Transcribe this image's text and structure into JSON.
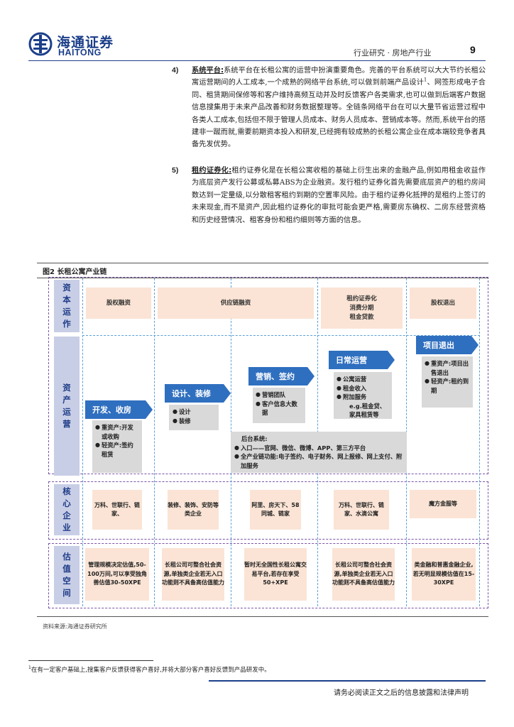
{
  "header": {
    "logo_cn": "海通证券",
    "logo_en": "HAITONG",
    "section": "行业研究 · 房地产行业",
    "page": "9"
  },
  "items": [
    {
      "num": "4)",
      "keyword": "系统平台:",
      "text_1": "系统平台在长租公寓的运营中扮演重要角色。完善的平台系统可以大大节约长租公寓运营期间的人工成本,一个成熟的网络平台系统,可以做到前端产品设计",
      "footnote_ref": "1",
      "text_2": "、网签形成电子合同、租赁期间保修等和客户维持高频互动并及时反馈客户各类需求,也可以做到后端客户数据信息搜集用于未来产品改善和财务数据整理等。全链条网络平台在可以大量节省运营过程中各类人工成本,包括但不限于管理人员成本、财务人员成本、营销成本等。然而,系统平台的搭建非一蹴而就,需要前期资本投入和研发,已经拥有较成熟的长租公寓企业在成本端较竞争者具备先发优势。"
    },
    {
      "num": "5)",
      "keyword": "租约证券化:",
      "text_1": "租约证券化是在长租公寓收租的基础上衍生出来的金融产品,例如用租金收益作为底层资产发行公募或私募ABS为企业融资。发行租约证券化首先需要底层资产的租约房间数达到一定量级,以分散租客租约到期的空置率风险。由于租约证券化抵押的是租约上签订的未来现金,而不是资产,因此租约证券化的审批可能会更严格,需要房东确权、二房东经营资格和历史经营情况、租客身份和租约细则等方面的信息。"
    }
  ],
  "figure": {
    "title": "图2 长租公寓产业链",
    "row_labels": {
      "capital": "资\n本\n运\n作",
      "asset": "资\n产\n运\n营",
      "core": "核\n心\n企\n业",
      "valuation": "估\n值\n空\n间"
    },
    "capital": {
      "equity": "股权融资",
      "supply_chain": "供应链融资",
      "lease_sec": "租约证券化\n消费分期\n租金贷款",
      "equity_exit": "股权退出"
    },
    "stages": {
      "develop": "开发、收房",
      "design": "设计、装修",
      "marketing": "营销、签约",
      "operation": "日常运营",
      "exit": "项目退出"
    },
    "asset_boxes": {
      "develop": [
        "重资产:开发或收购",
        "轻资产:签约租赁"
      ],
      "design": [
        "设计",
        "装修"
      ],
      "marketing": [
        "营销团队",
        "客户信息大数据"
      ],
      "operation": [
        "公寓运营",
        "租金收入",
        "附加服务"
      ],
      "operation_eg": "e.g.租金贷、家具租赁等",
      "exit": [
        "重资产:项目出售退出",
        "轻资产:租约到期"
      ]
    },
    "backend": {
      "title": "后台系统:",
      "items": [
        "入口——官网、微信、微博、APP、第三方平台",
        "全产业链功能:电子签约、电子财务、网上报修、网上支付、附加服务"
      ]
    },
    "core": {
      "c1": "万科、世联行、链家、",
      "c2": "装修、装饰、安防等类企业",
      "c3": "阿里、房天下、58同城、链家",
      "c4": "万科、世联行、链家、水滴公寓",
      "c5": "魔方金服等"
    },
    "valuation": {
      "v1": "管理规模决定估值,50-100万间,可以享受独角兽估值30-50XPE",
      "v2": "长租公司可整合社会资源,单独类企业若无入口功能则不具备高估值能力",
      "v3": "暂时无全国性长租公寓交易平台,若存在享受50+XPE",
      "v4": "长租公司可整合社会资源,单独类企业若无入口功能则不具备高估值能力",
      "v5": "类金融和普惠金融企业,若无明显规模估值在15-30XPE"
    },
    "source": "资料来源:海通证券研究所"
  },
  "footnote": {
    "num": "1",
    "text": "在有一定客户基础上,搜集客户反馈获得客户喜好,并将大部分客户喜好反馈到产品研发中。"
  },
  "disclaimer": "请务必阅读正文之后的信息披露和法律声明",
  "colors": {
    "brand": "#1c3f8a",
    "arrow": "#2f6fbf",
    "pink": "#fbe4d5",
    "grey": "#d9d9d9",
    "rowlabel": "#c8cee6"
  }
}
